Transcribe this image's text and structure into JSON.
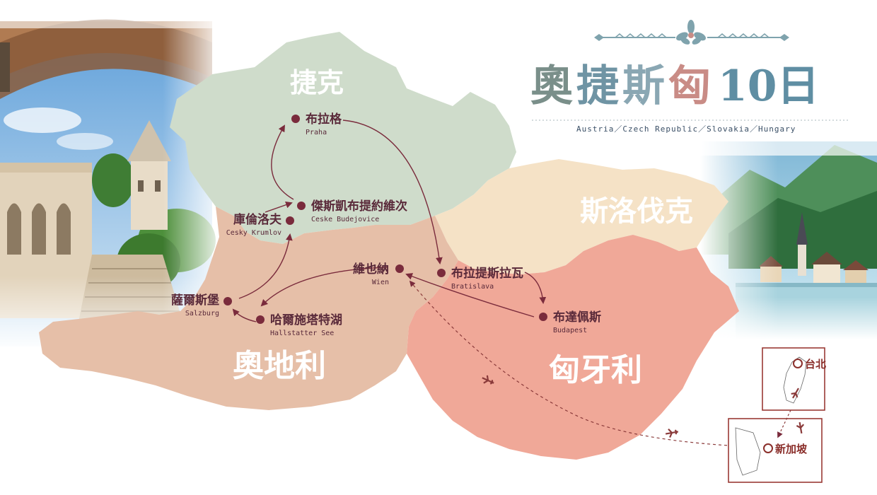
{
  "header": {
    "title_chars": [
      "奧",
      "捷",
      "斯",
      "匈"
    ],
    "title_days": "10日",
    "subtitle": "Austria／Czech Republic／Slovakia／Hungary"
  },
  "countries": {
    "czech": "捷克",
    "slovakia": "斯洛伐克",
    "austria": "奧地利",
    "hungary": "匈牙利"
  },
  "cities": {
    "prague": {
      "zh": "布拉格",
      "en": "Praha"
    },
    "ceske": {
      "zh": "傑斯凱布提約維次",
      "en": "Ceske Budejovice"
    },
    "cesky": {
      "zh": "庫倫洛夫",
      "en": "Cesky Krumlov"
    },
    "wien": {
      "zh": "維也納",
      "en": "Wien"
    },
    "bratislava": {
      "zh": "布拉提斯拉瓦",
      "en": "Bratislava"
    },
    "budapest": {
      "zh": "布達佩斯",
      "en": "Budapest"
    },
    "salzburg": {
      "zh": "薩爾斯堡",
      "en": "Salzburg"
    },
    "hallstatt": {
      "zh": "哈爾施塔特湖",
      "en": "Hallstatter See"
    }
  },
  "hubs": {
    "taipei": "台北",
    "singapore": "新加坡"
  },
  "colors": {
    "czech": "#cfdccb",
    "slovakia": "#f5e2c6",
    "austria": "#e6bfa8",
    "hungary": "#f0a898",
    "route": "#7a2b3c",
    "title_teal": "#5f8ea3",
    "title_rose": "#c97a76"
  }
}
